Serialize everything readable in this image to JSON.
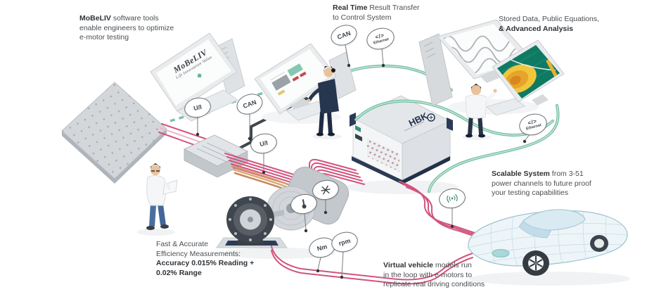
{
  "colors": {
    "pink": "#d2537c",
    "pink_light": "#ecb6c8",
    "teal": "#6fbd9f",
    "teal_light": "#c9e6da",
    "navy": "#2c3a55",
    "dark_cable": "#3f454c",
    "orange": "#cf9a66",
    "text": "#4a4e52",
    "text_bold": "#2e3236"
  },
  "annotations": {
    "mobeliv": {
      "bold": "MoBeLIV",
      "rest": " software tools",
      "line2": "enable engineers to optimize",
      "line3": "e-motor testing"
    },
    "realtime": {
      "bold": "Real Time",
      "rest": " Result Transfer",
      "line2": "to Control System"
    },
    "stored": {
      "line1": "Stored Data, Public Equations,",
      "line2": "& Advanced Analysis"
    },
    "scalable": {
      "bold": "Scalable System",
      "rest": " from 3-51",
      "line2": "power channels to future proof",
      "line3": "your testing capabilities"
    },
    "accuracy": {
      "line1": "Fast & Accurate",
      "line2": "Efficiency Measurements:",
      "line3": "Accuracy 0.015% Reading +",
      "line4": "0.02% Range"
    },
    "virtual": {
      "bold": "Virtual vehicle",
      "rest": " models run",
      "line2": "in the loop with e-motors to",
      "line3": "replicate real driving conditions"
    }
  },
  "badges": {
    "ui1": "U/I",
    "ui2": "U/I",
    "can1": "CAN",
    "can2": "CAN",
    "ethernet": {
      "symbol": "</>",
      "label": "Ethernet"
    },
    "nm": "Nm",
    "rpm": "rpm"
  },
  "screens": {
    "mobeliv_logo": "MoBeLIV",
    "mobeliv_tagline": "Lift Innovation Value",
    "hbk_logo": "HBK"
  }
}
